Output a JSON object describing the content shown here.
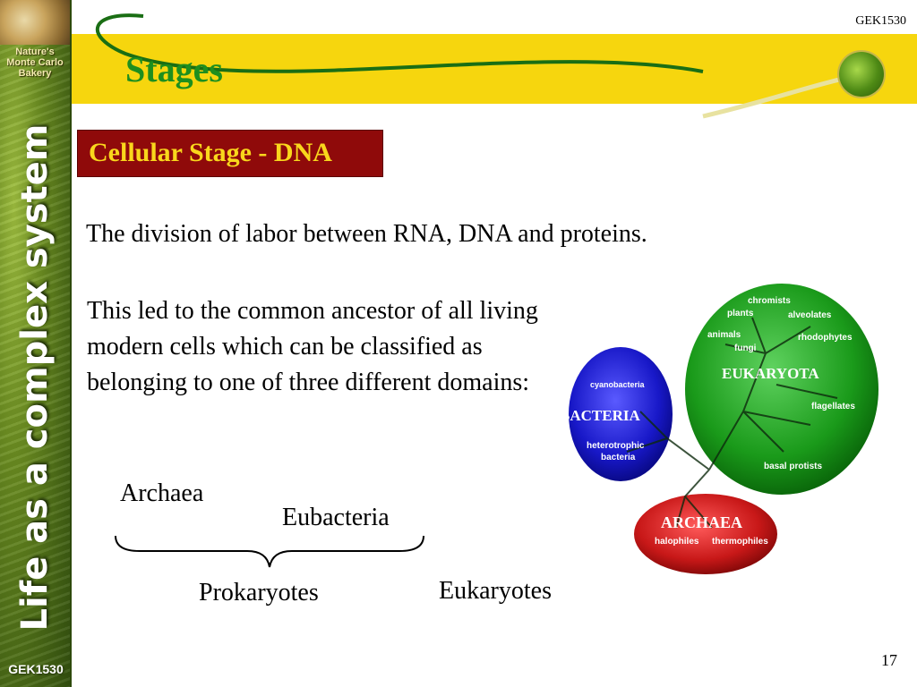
{
  "header": {
    "code": "GEK1530",
    "title": "Stages"
  },
  "sidebar": {
    "bakery_line1": "Nature's",
    "bakery_line2": "Monte Carlo",
    "bakery_line3": "Bakery",
    "vertical_title": "Life as a complex system",
    "bottom_code": "GEK1530"
  },
  "subtitle": "Cellular Stage - DNA",
  "body": {
    "paragraph1": "The division of labor between RNA, DNA and proteins.",
    "paragraph2": "This led to the common ancestor of all living modern cells which can be classified as belonging to one of three different domains:"
  },
  "domains": {
    "archaea": "Archaea",
    "eubacteria": "Eubacteria",
    "prokaryotes": "Prokaryotes",
    "eukaryotes": "Eukaryotes"
  },
  "tree": {
    "eukaryota": {
      "label": "EUKARYOTA",
      "groups": [
        "chromists",
        "plants",
        "alveolates",
        "animals",
        "rhodophytes",
        "fungi",
        "flagellates",
        "basal protists"
      ],
      "color": "#1f9a1f"
    },
    "bacteria": {
      "label": "BACTERIA",
      "groups": [
        "cyanobacteria",
        "heterotrophic",
        "bacteria"
      ],
      "color": "#1f1fc8"
    },
    "archaea": {
      "label": "ARCHAEA",
      "groups": [
        "halophiles",
        "thermophiles"
      ],
      "color": "#c81f1f"
    }
  },
  "page_number": "17"
}
